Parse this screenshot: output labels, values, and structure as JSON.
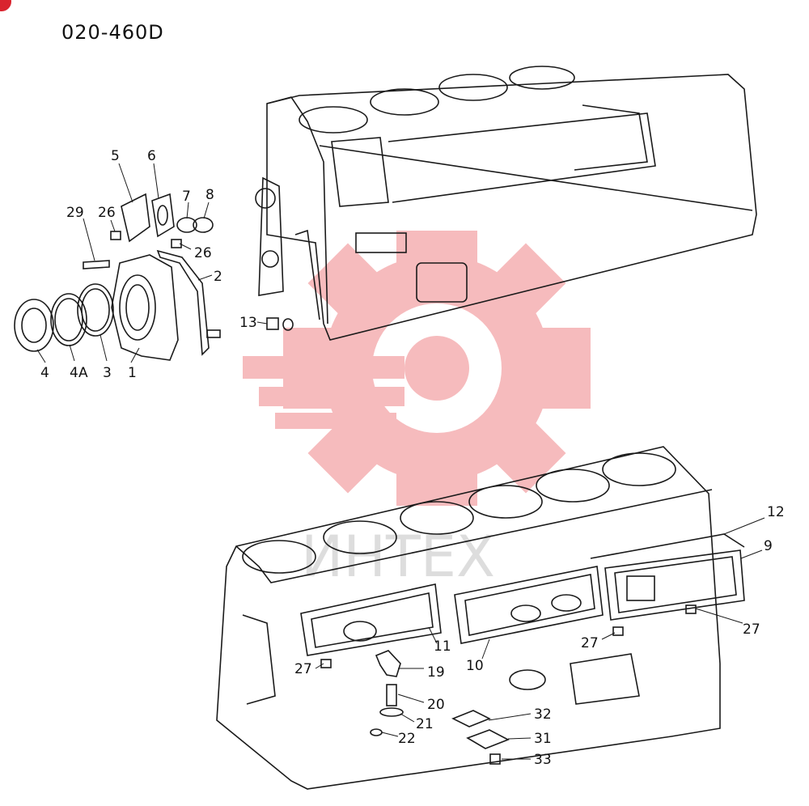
{
  "drawing_code": "020-460D",
  "watermark_text": "ИНТЕХ",
  "colors": {
    "line": "#1a1a1a",
    "watermark": "#f3a5a8",
    "corner_badge": "#d9232e"
  },
  "callouts": [
    {
      "id": "c5",
      "text": "5"
    },
    {
      "id": "c6",
      "text": "6"
    },
    {
      "id": "c7",
      "text": "7"
    },
    {
      "id": "c8",
      "text": "8"
    },
    {
      "id": "c29",
      "text": "29"
    },
    {
      "id": "c26a",
      "text": "26"
    },
    {
      "id": "c26b",
      "text": "26"
    },
    {
      "id": "c2",
      "text": "2"
    },
    {
      "id": "c13",
      "text": "13"
    },
    {
      "id": "c4",
      "text": "4"
    },
    {
      "id": "c4a",
      "text": "4"
    },
    {
      "id": "c4a_sub",
      "text": "A"
    },
    {
      "id": "c3",
      "text": "3"
    },
    {
      "id": "c1",
      "text": "1"
    },
    {
      "id": "c12",
      "text": "12"
    },
    {
      "id": "c9",
      "text": "9"
    },
    {
      "id": "c27a",
      "text": "27"
    },
    {
      "id": "c27b",
      "text": "27"
    },
    {
      "id": "c27c",
      "text": "27"
    },
    {
      "id": "c11",
      "text": "11"
    },
    {
      "id": "c10",
      "text": "10"
    },
    {
      "id": "c19",
      "text": "19"
    },
    {
      "id": "c20",
      "text": "20"
    },
    {
      "id": "c21",
      "text": "21"
    },
    {
      "id": "c22",
      "text": "22"
    },
    {
      "id": "c32",
      "text": "32"
    },
    {
      "id": "c31",
      "text": "31"
    },
    {
      "id": "c33",
      "text": "33"
    }
  ]
}
